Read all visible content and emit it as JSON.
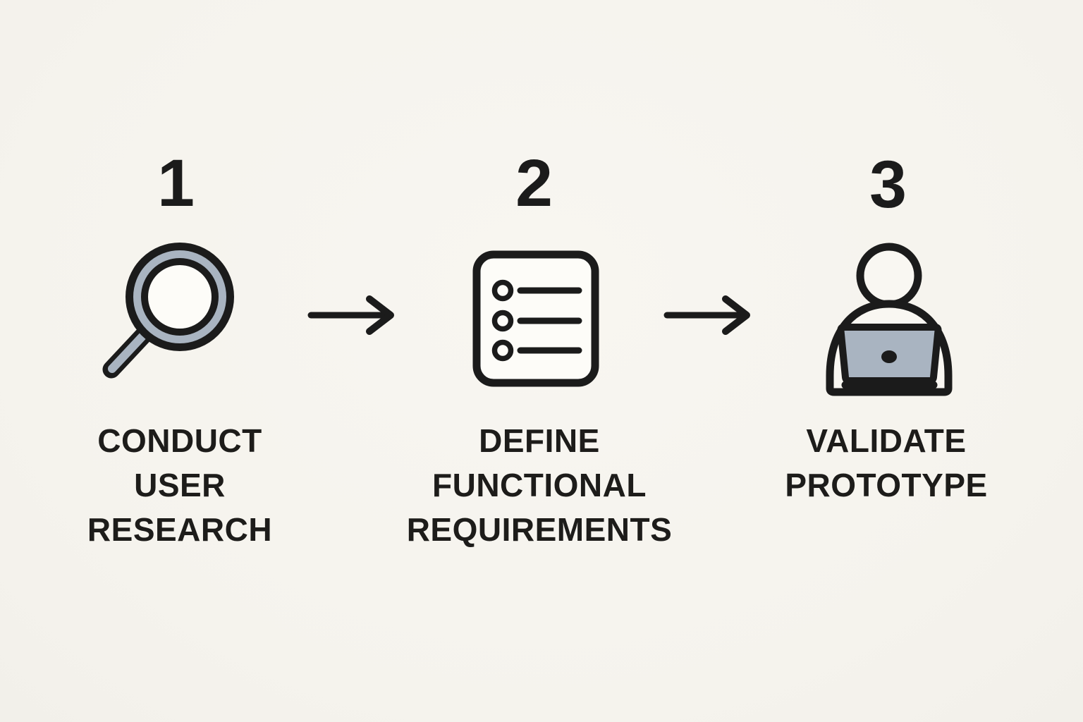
{
  "diagram": {
    "type": "process-flow",
    "background_color": "#f6f4ef",
    "ink_color": "#1b1b1b",
    "accent_fill_color": "#a9b4c1",
    "paper_fill_color": "#fdfcf8"
  },
  "steps": [
    {
      "number": "1",
      "icon": "magnifier-icon",
      "label": "CONDUCT USER RESEARCH",
      "label_lines": [
        "CONDUCT",
        "USER",
        "RESEARCH"
      ]
    },
    {
      "number": "2",
      "icon": "checklist-icon",
      "label": "DEFINE FUNCTIONAL REQUIREMENTS",
      "label_lines": [
        "DEFINE",
        "FUNCTIONAL",
        "REQUIREMENTS"
      ]
    },
    {
      "number": "3",
      "icon": "person-laptop-icon",
      "label": "VALIDATE PROTOTYPE",
      "label_lines": [
        "VALIDATE",
        "PROTOTYPE"
      ]
    }
  ],
  "connectors": [
    {
      "icon": "arrow-right-icon",
      "direction": "right"
    },
    {
      "icon": "arrow-right-icon",
      "direction": "right"
    }
  ]
}
